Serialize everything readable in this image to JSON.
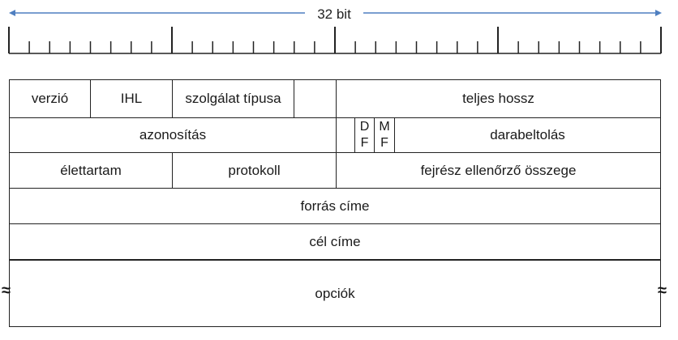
{
  "ruler": {
    "label": "32 bit",
    "bits": 32
  },
  "header": {
    "row1": {
      "version": "verzió",
      "ihl": "IHL",
      "tos": "szolgálat típusa",
      "total_length": "teljes hossz"
    },
    "row2": {
      "identification": "azonosítás",
      "df": [
        "D",
        "F"
      ],
      "mf": [
        "M",
        "F"
      ],
      "fragment_offset": "darabeltolás"
    },
    "row3": {
      "ttl": "élettartam",
      "protocol": "protokoll",
      "checksum": "fejrész ellenőrző összege"
    },
    "row4": {
      "source": "forrás címe"
    },
    "row5": {
      "destination": "cél címe"
    },
    "row6": {
      "options": "opciók",
      "continuation_mark": "≈"
    }
  }
}
